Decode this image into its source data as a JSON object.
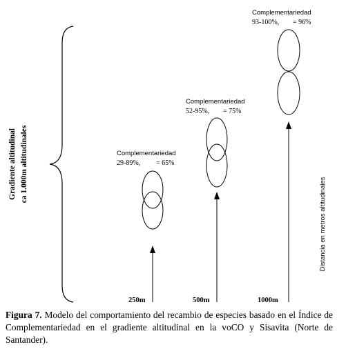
{
  "y_axis_label": {
    "line1": "Gradiente altitudinal",
    "line2": "ca 1.000m altitudinales"
  },
  "right_axis_label": "Distancia en metros altitudinales",
  "stations": [
    {
      "elevation": "250m",
      "annotation_title": "Complementariedad",
      "annotation_range": "29-89%,",
      "annotation_mean": "= 65%",
      "complementarity_mean": 65
    },
    {
      "elevation": "500m",
      "annotation_title": "Complementariedad",
      "annotation_range": "52-95%,",
      "annotation_mean": "= 75%",
      "complementarity_mean": 75
    },
    {
      "elevation": "1000m",
      "annotation_title": "Complementariedad",
      "annotation_range": "93-100%,",
      "annotation_mean": "= 96%",
      "complementarity_mean": 96
    }
  ],
  "caption": {
    "label": "Figura 7.",
    "text": " Modelo del comportamiento del recambio de especies basado en el Índice de Complementariedad en el gradiente altitudinal en la voCO y Sisavita (Norte de Santander)."
  }
}
